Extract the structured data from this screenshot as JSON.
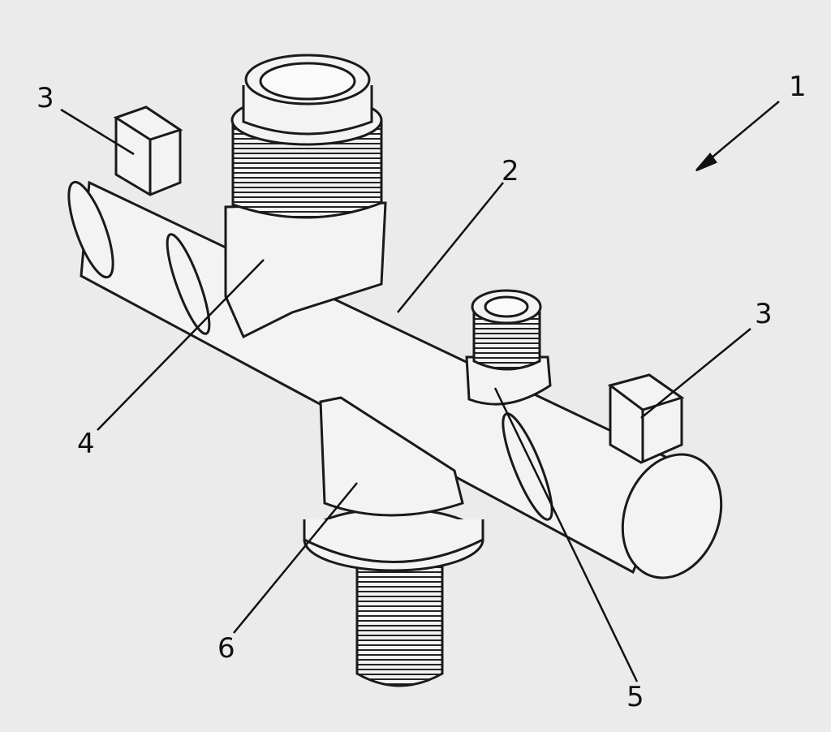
{
  "figure": {
    "labels": {
      "assembly": "1",
      "body": "2",
      "handle_left": "3",
      "handle_right": "3",
      "outlet_top": "4",
      "outlet_side": "5",
      "inlet_bottom": "6"
    },
    "colors": {
      "background": "#ebebeb",
      "ink": "#1a1a1a",
      "part_fill": "#f3f3f3"
    }
  }
}
